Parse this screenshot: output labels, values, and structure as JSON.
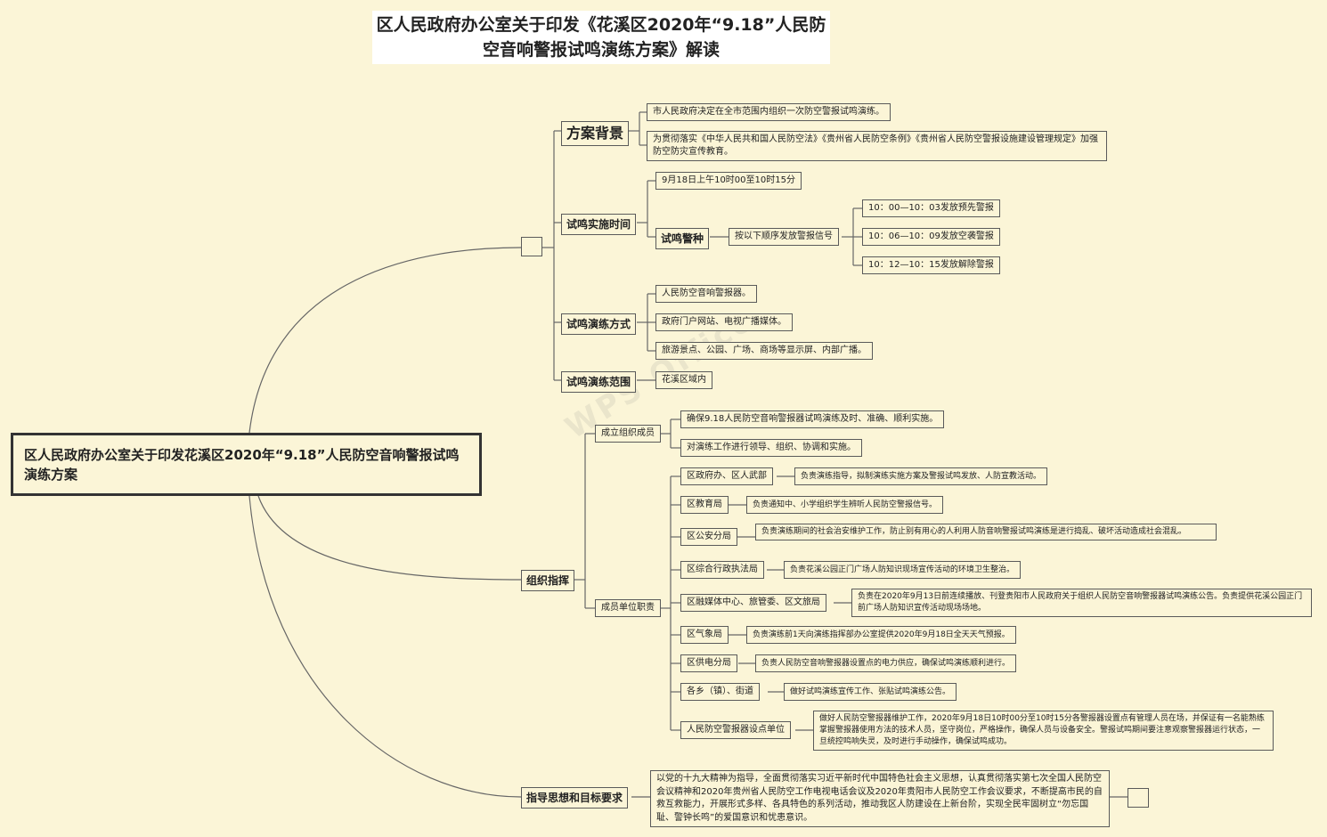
{
  "title": "区人民政府办公室关于印发《花溪区2020年“9.18”人民防空音响警报试鸣演练方案》解读",
  "watermark": "WPS Office",
  "root": "区人民政府办公室关于印发花溪区2020年“9.18”人民防空音响警报试鸣演练方案",
  "plan_background": {
    "label": "方案背景",
    "items": [
      "市人民政府决定在全市范围内组织一次防空警报试鸣演练。",
      "为贯彻落实《中华人民共和国人民防空法》《贵州省人民防空条例》《贵州省人民防空警报设施建设管理规定》加强防空防灾宣传教育。"
    ]
  },
  "test_time": {
    "label": "试鸣实施时间",
    "date": "9月18日上午10时00至10时15分",
    "alarm_type_label": "试鸣警种",
    "order_label": "按以下顺序发放警报信号",
    "signals": [
      "10：00—10：03发放预先警报",
      "10：06—10：09发放空袭警报",
      "10：12—10：15发放解除警报"
    ]
  },
  "test_method": {
    "label": "试鸣演练方式",
    "items": [
      "人民防空音响警报器。",
      "政府门户网站、电视广播媒体。",
      "旅游景点、公园、广场、商场等显示屏、内部广播。"
    ]
  },
  "test_scope": {
    "label": "试鸣演练范围",
    "value": "花溪区域内"
  },
  "organization": {
    "label": "组织指挥",
    "members_label": "成立组织成员",
    "members_items": [
      "确保9.18人民防空音响警报器试鸣演练及时、准确、顺利实施。",
      "对演练工作进行领导、组织、协调和实施。"
    ],
    "duties_label": "成员单位职责",
    "duties": [
      {
        "unit": "区政府办、区人武部",
        "duty": "负责演练指导，拟制演练实施方案及警报试鸣发放、人防宣教活动。"
      },
      {
        "unit": "区教育局",
        "duty": "负责通知中、小学组织学生辨听人民防空警报信号。"
      },
      {
        "unit": "区公安分局",
        "duty": "负责演练期间的社会治安维护工作，防止别有用心的人利用人防音响警报试鸣演练是进行捣乱、破坏活动造成社会混乱。"
      },
      {
        "unit": "区综合行政执法局",
        "duty": "负责花溪公园正门广场人防知识现场宣传活动的环境卫生整治。"
      },
      {
        "unit": "区融媒体中心、旅管委、区文旅局",
        "duty": "负责在2020年9月13日前连续播放、刊登贵阳市人民政府关于组织人民防空音响警报器试鸣演练公告。负责提供花溪公园正门前广场人防知识宣传活动现场场地。"
      },
      {
        "unit": "区气象局",
        "duty": "负责演练前1天向演练指挥部办公室提供2020年9月18日全天天气预报。"
      },
      {
        "unit": "区供电分局",
        "duty": "负责人民防空音响警报器设置点的电力供应，确保试鸣演练顺利进行。"
      },
      {
        "unit": "各乡（镇）、街道",
        "duty": "做好试鸣演练宣传工作、张贴试鸣演练公告。"
      },
      {
        "unit": "人民防空警报器设点单位",
        "duty": "做好人民防空警报器维护工作，2020年9月18日10时00分至10时15分各警报器设置点有管理人员在场，并保证有一名能熟练掌握警报器使用方法的技术人员，坚守岗位，严格操作，确保人员与设备安全。警报试鸣期间要注意观察警报器运行状态，一旦统控鸣响失灵，及时进行手动操作，确保试鸣成功。"
      }
    ]
  },
  "guiding": {
    "label": "指导思想和目标要求",
    "text": "以党的十九大精神为指导，全面贯彻落实习近平新时代中国特色社会主义思想，认真贯彻落实第七次全国人民防空会议精神和2020年贵州省人民防空工作电视电话会议及2020年贵阳市人民防空工作会议要求，不断提高市民的自救互救能力，开展形式多样、各具特色的系列活动，推动我区人防建设在上新台阶，实现全民牢固树立“勿忘国耻、警钟长鸣”的爱国意识和忧患意识。"
  },
  "colors": {
    "background": "#fbf5d7",
    "border": "#5a5a5a",
    "title_bg": "#ffffff"
  }
}
